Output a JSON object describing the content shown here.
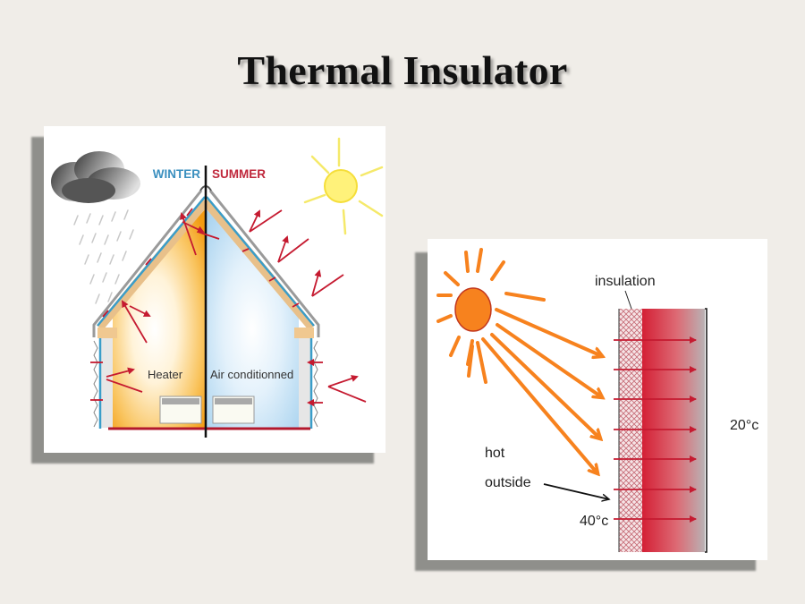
{
  "title": "Thermal Insulator",
  "colors": {
    "background": "#f0ede8",
    "winter_blue": "#3a8fbf",
    "summer_red": "#c0283c",
    "arrow_red": "#c51a30",
    "heater_orange": "#f5a623",
    "sun_orange": "#f7821e",
    "insulation_wall_red": "#d62b3a"
  },
  "house_diagram": {
    "label_winter": "WINTER",
    "label_summer": "SUMMER",
    "label_heater": "Heater",
    "label_air_conditioned": "Air conditionned"
  },
  "wall_diagram": {
    "label_insulation": "insulation",
    "label_hot_line1": "hot",
    "label_hot_line2": "outside",
    "label_outside_temp": "40°c",
    "label_inside_temp": "20°c"
  }
}
